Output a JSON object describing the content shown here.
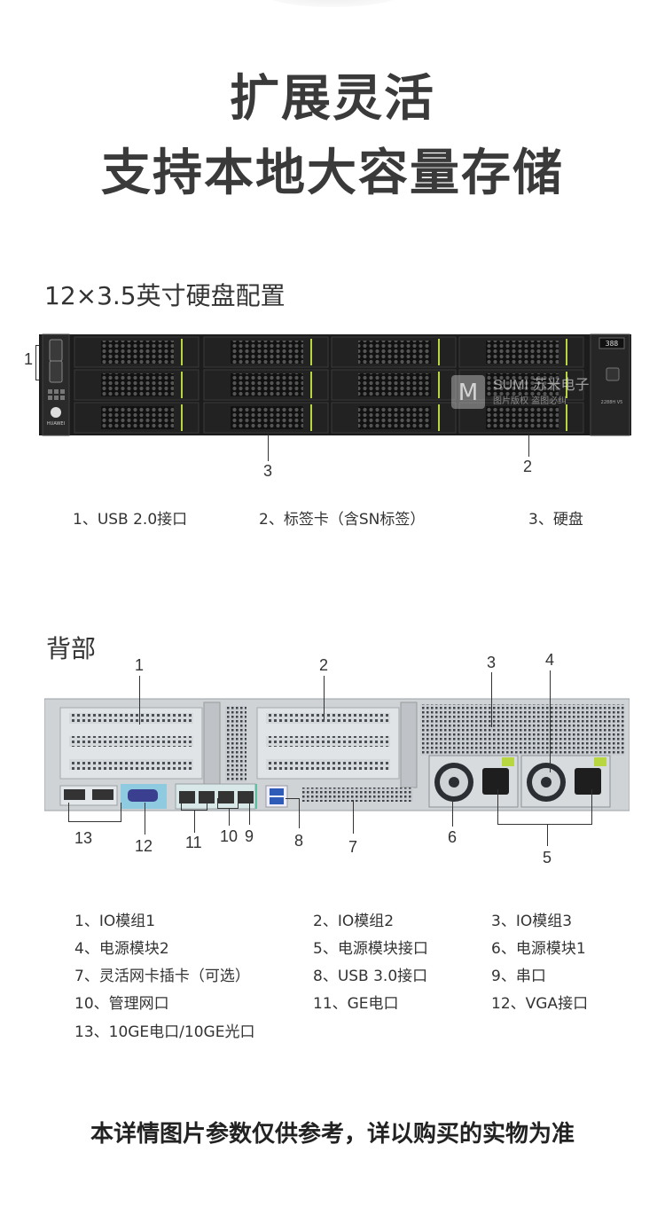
{
  "headline": {
    "line1": "扩展灵活",
    "line2": "支持本地大容量存储"
  },
  "front": {
    "title": "12×3.5英寸硬盘配置",
    "callout_1": "1",
    "callout_2": "2",
    "callout_3": "3",
    "captions": [
      "1、USB 2.0接口",
      "2、标签卡（含SN标签）",
      "3、硬盘"
    ],
    "lcd": "388",
    "model": "2288H V5",
    "brand": "HUAWEI",
    "watermark_main": "SUMI 苏米电子",
    "watermark_sub": "图片版权 盗图必纠",
    "watermark_logo": "M"
  },
  "rear": {
    "title": "背部",
    "callouts": [
      "1",
      "2",
      "3",
      "4",
      "5",
      "6",
      "7",
      "8",
      "9",
      "10",
      "11",
      "12",
      "13"
    ],
    "captions": [
      "1、IO模组1",
      "2、IO模组2",
      "3、IO模组3",
      "4、电源模块2",
      "5、电源模块接口",
      "6、电源模块1",
      "7、灵活网卡插卡（可选）",
      "8、USB 3.0接口",
      "9、串口",
      "10、管理网口",
      "11、GE电口",
      "12、VGA接口",
      "13、10GE电口/10GE光口"
    ]
  },
  "footer": "本详情图片参数仅供参考，详以购买的实物为准",
  "colors": {
    "accent_green": "#b8d640",
    "chassis_dark": "#1c1c1c",
    "rear_panel": "#cfd3d6"
  }
}
